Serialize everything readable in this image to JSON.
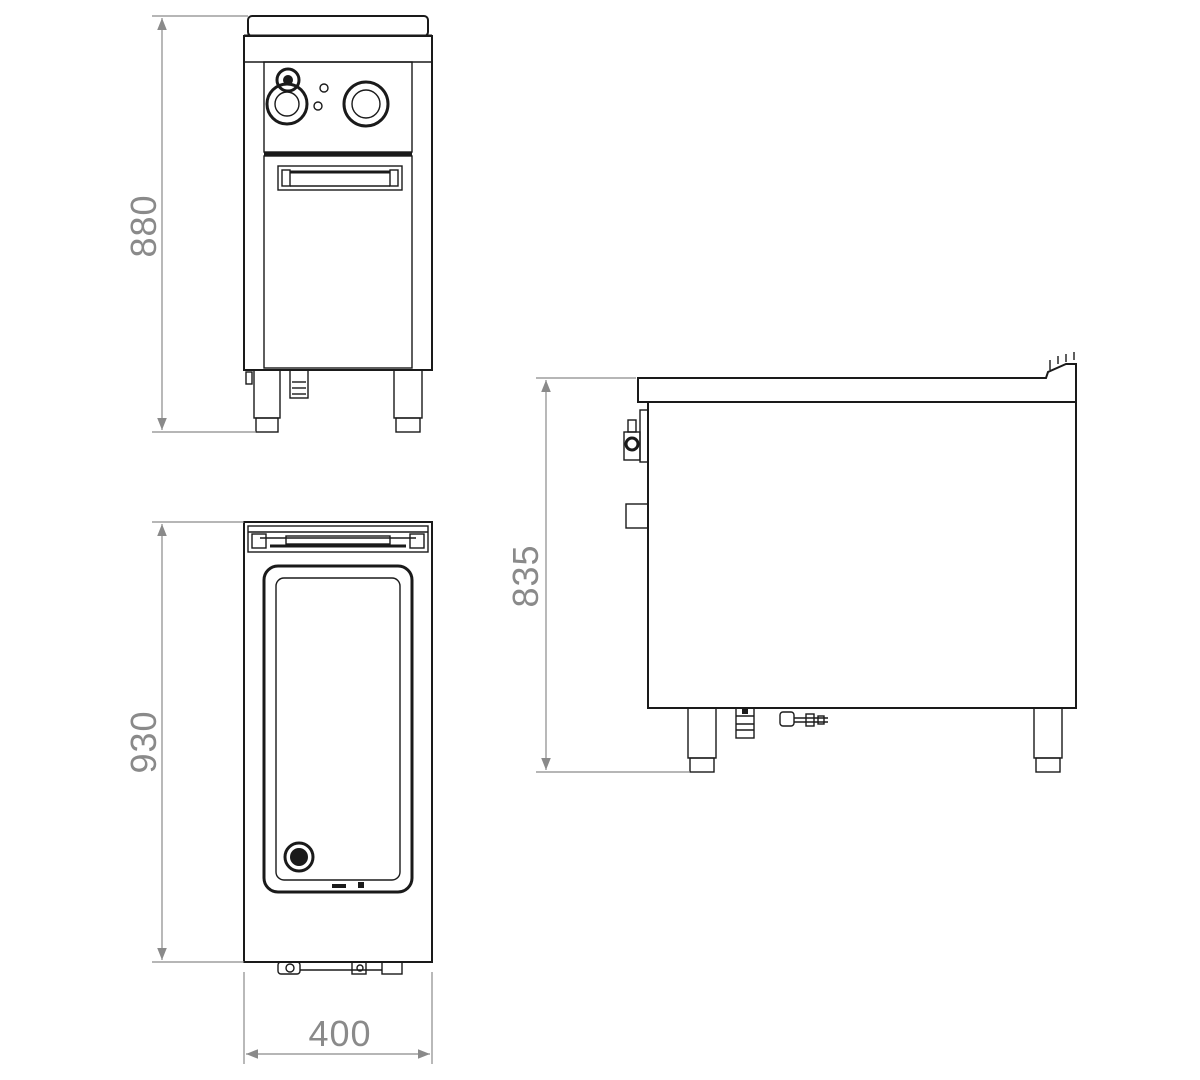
{
  "dimensions": {
    "front_height": "880",
    "top_depth": "930",
    "top_width": "400",
    "side_height": "835"
  },
  "colors": {
    "line": "#1a1a1a",
    "dimension": "#8a8a8a",
    "background": "#ffffff"
  },
  "views": [
    "front-view",
    "top-view",
    "side-view"
  ]
}
